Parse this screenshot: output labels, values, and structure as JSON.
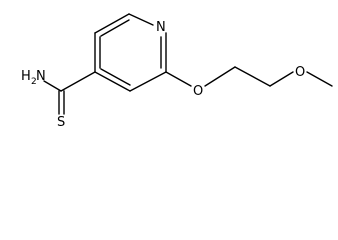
{
  "diagram": {
    "type": "chemical-structure",
    "atoms": {
      "ring_nitrogen": "N",
      "thioamide_sulfur": "S",
      "amine_nitrogen": "N",
      "amine_hydrogen": "H",
      "amine_subscript": "2",
      "ether_oxygen_1": "O",
      "ether_oxygen_2": "O"
    },
    "colors": {
      "bond": "#000000",
      "label": "#000000",
      "background": "#ffffff"
    }
  }
}
